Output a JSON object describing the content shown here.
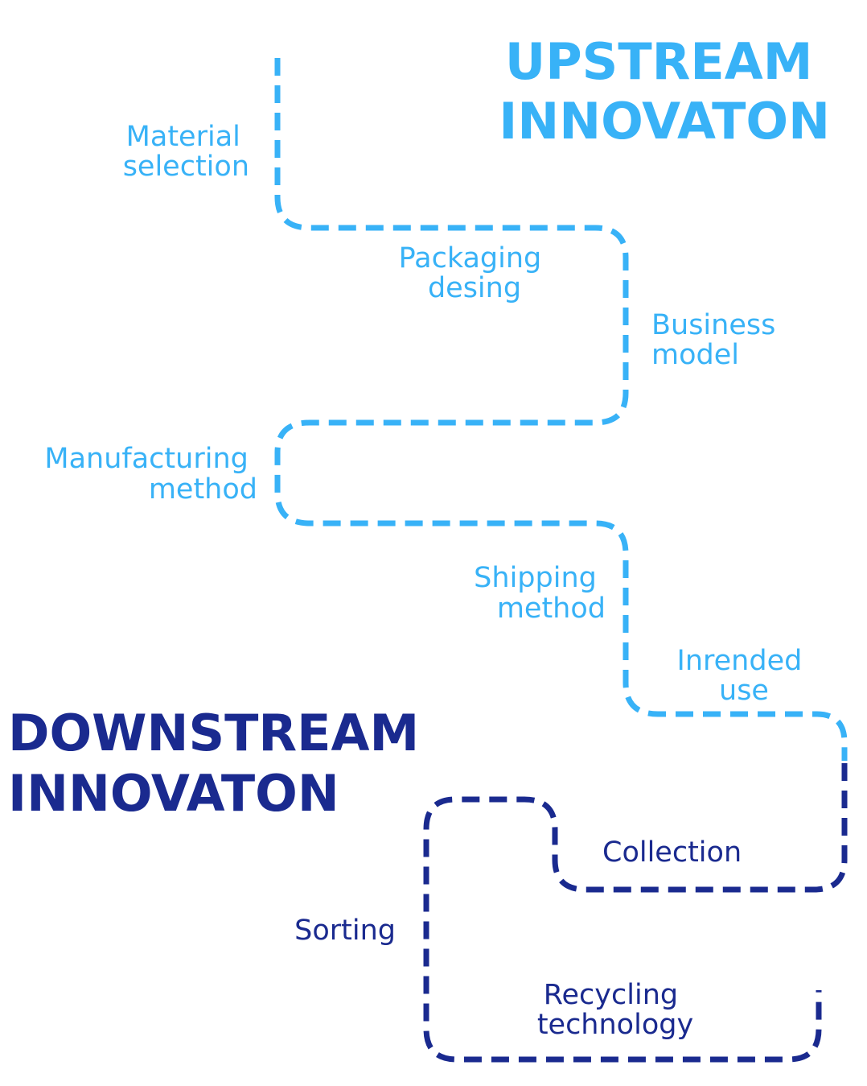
{
  "colors": {
    "upstream": "#38b2f7",
    "downstream": "#1a2a8f",
    "background": "#ffffff"
  },
  "headings": {
    "upstream": [
      "UPSTREAM",
      "INNOVATON"
    ],
    "downstream": [
      "DOWNSTREAM",
      "INNOVATON"
    ]
  },
  "stages": {
    "material_selection": [
      "Material",
      "selection"
    ],
    "packaging_design": [
      "Packaging",
      "desing"
    ],
    "business_model": [
      "Business",
      "model"
    ],
    "manufacturing_method": [
      "Manufacturing",
      "method"
    ],
    "shipping_method": [
      "Shipping",
      "method"
    ],
    "intended_use": [
      "Inrended",
      "use"
    ],
    "collection": [
      "Collection"
    ],
    "sorting": [
      "Sorting"
    ],
    "recycling_technology": [
      "Recycling",
      "technology"
    ]
  }
}
